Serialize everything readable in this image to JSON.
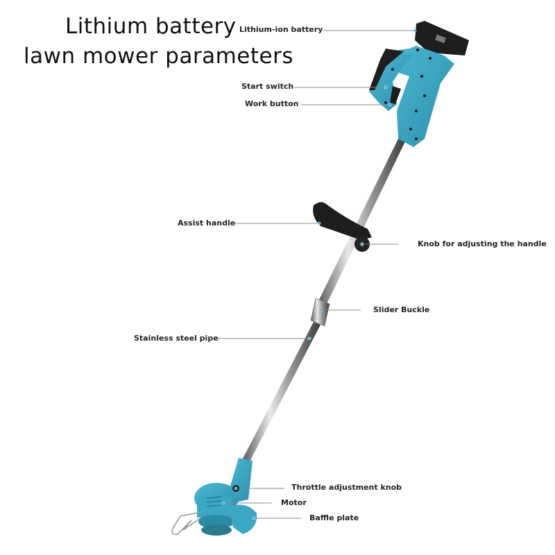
{
  "title": {
    "line1": "Lithium battery",
    "line2": "lawn mower parameters"
  },
  "colors": {
    "body": "#3aa7c4",
    "body_dark": "#2a8aa4",
    "black": "#1e1e1e",
    "steel": "#a8a8a8",
    "leader": "#888888"
  },
  "labels": [
    {
      "id": "lithium-ion-battery",
      "text": "Lithium-ion battery"
    },
    {
      "id": "start-switch",
      "text": "Start switch"
    },
    {
      "id": "work-button",
      "text": "Work button"
    },
    {
      "id": "assist-handle",
      "text": "Assist handle"
    },
    {
      "id": "knob-adjusting-handle",
      "text": "Knob for adjusting the handle"
    },
    {
      "id": "slider-buckle",
      "text": "Slider Buckle"
    },
    {
      "id": "stainless-steel-pipe",
      "text": "Stainless steel pipe"
    },
    {
      "id": "throttle-adjustment-knob",
      "text": "Throttle adjustment knob"
    },
    {
      "id": "motor",
      "text": "Motor"
    },
    {
      "id": "baffle-plate",
      "text": "Baffle plate"
    }
  ]
}
